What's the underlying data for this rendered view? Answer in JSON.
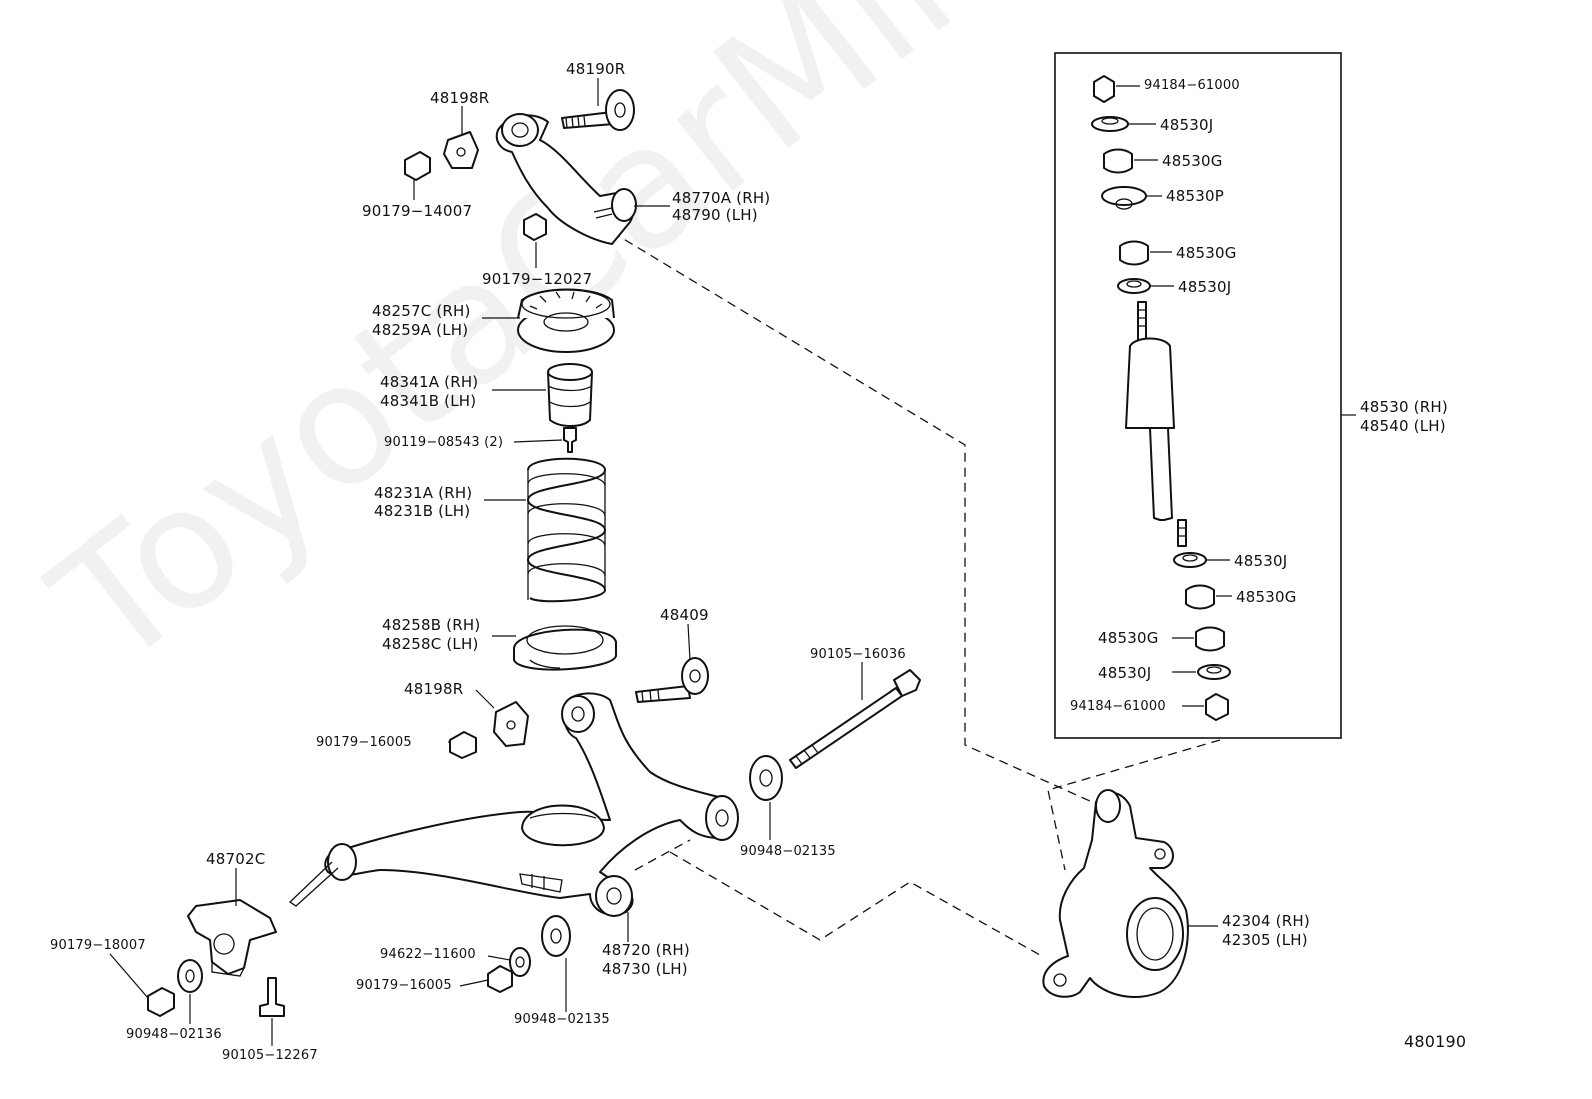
{
  "watermark": "ToyotaCarMine.ru",
  "diagram_id": "480190",
  "labels": {
    "p48190R": "48190R",
    "p48198R_top": "48198R",
    "p90179_14007": "90179−14007",
    "p48770A": "48770A (RH)",
    "p48790": "48790   (LH)",
    "p90179_12027": "90179−12027",
    "p48257C": "48257C (RH)",
    "p48259A": "48259A (LH)",
    "p48341A": "48341A (RH)",
    "p48341B": "48341B (LH)",
    "p90119_08543": "90119−08543 (2)",
    "p48231A": "48231A (RH)",
    "p48231B": "48231B (LH)",
    "p48258B": "48258B (RH)",
    "p48258C": "48258C (LH)",
    "p48409": "48409",
    "p90105_16036": "90105−16036",
    "p48198R_mid": "48198R",
    "p90179_16005_mid": "90179−16005",
    "p90948_02135_right": "90948−02135",
    "p48702C": "48702C",
    "p90179_18007": "90179−18007",
    "p90948_02136": "90948−02136",
    "p90105_12267": "90105−12267",
    "p94622_11600": "94622−11600",
    "p90179_16005_bot": "90179−16005",
    "p90948_02135_bot": "90948−02135",
    "p48720": "48720 (RH)",
    "p48730": "48730 (LH)",
    "p42304": "42304 (RH)",
    "p42305": "42305 (LH)",
    "p94184_61000_top": "94184−61000",
    "p48530J_1": "48530J",
    "p48530G_1": "48530G",
    "p48530P": "48530P",
    "p48530G_2": "48530G",
    "p48530J_2": "48530J",
    "p48530": "48530 (RH)",
    "p48540": "48540 (LH)",
    "p48530J_3": "48530J",
    "p48530G_3": "48530G",
    "p48530G_4": "48530G",
    "p48530J_4": "48530J",
    "p94184_61000_bot": "94184−61000"
  }
}
